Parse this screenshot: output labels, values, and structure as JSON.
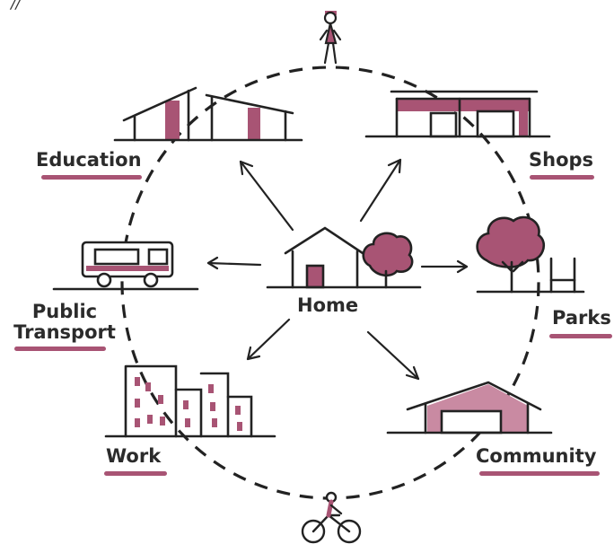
{
  "colors": {
    "ink": "#222222",
    "accent": "#a85474",
    "accent_light": "#c98aa2",
    "background": "#ffffff"
  },
  "center": {
    "label": "Home"
  },
  "destinations": [
    {
      "id": "education",
      "label": "Education",
      "icon": "school-buildings-icon"
    },
    {
      "id": "shops",
      "label": "Shops",
      "icon": "shop-building-icon"
    },
    {
      "id": "parks",
      "label": "Parks",
      "icon": "tree-and-swing-icon"
    },
    {
      "id": "community",
      "label": "Community",
      "icon": "community-hall-icon"
    },
    {
      "id": "work",
      "label": "Work",
      "icon": "office-buildings-icon"
    },
    {
      "id": "public_transport",
      "label": "Public\nTransport",
      "icon": "bus-icon"
    }
  ],
  "travel_modes": [
    {
      "id": "walking",
      "icon": "pedestrian-icon"
    },
    {
      "id": "cycling",
      "icon": "cyclist-icon"
    }
  ],
  "corner_mark": "//"
}
